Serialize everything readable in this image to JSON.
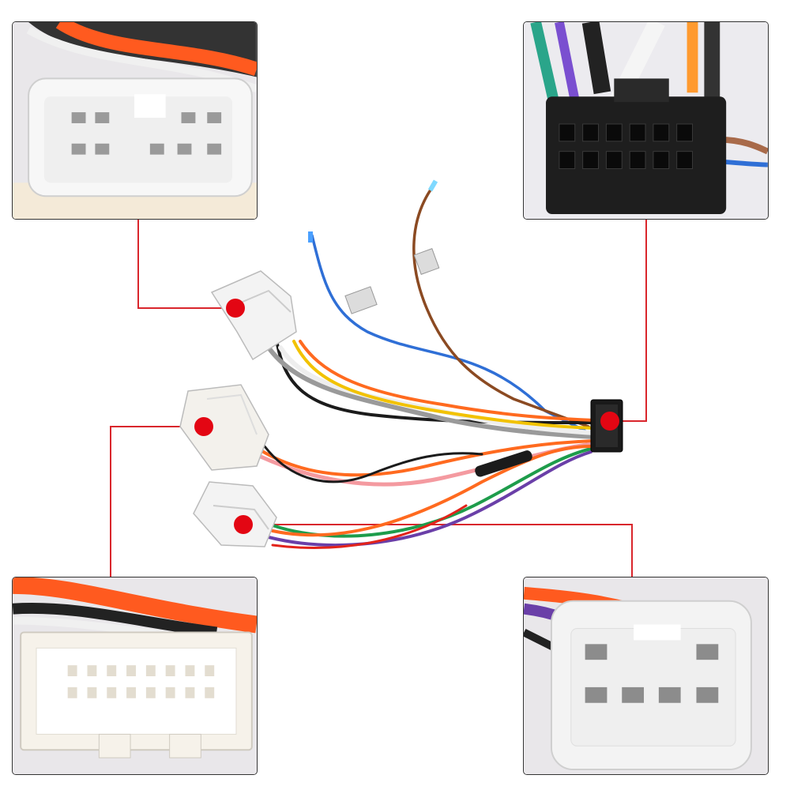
{
  "diagram": {
    "subject": "car-stereo-wiring-harness-adapter",
    "accent_color": "#e30613",
    "leader_color": "#d9262c",
    "callouts": [
      {
        "id": "callout-top-left",
        "connector": "white-10-pin-connector-closeup"
      },
      {
        "id": "callout-top-right",
        "connector": "black-16-pin-iso-connector-closeup"
      },
      {
        "id": "callout-bottom-left",
        "connector": "white-20-pin-connector-closeup"
      },
      {
        "id": "callout-bottom-right",
        "connector": "white-6-pin-connector-closeup"
      }
    ],
    "wire_colors": {
      "blue": "#2f6fd6",
      "brown": "#8b4a22",
      "black": "#1b1b1b",
      "grey": "#9a9a9a",
      "white": "#eeeeee",
      "yellow": "#f2c200",
      "orange": "#ff6a1f",
      "pink": "#f49aa0",
      "green": "#1e9c4b",
      "purple": "#6a3fa8",
      "red": "#e2231a"
    }
  }
}
